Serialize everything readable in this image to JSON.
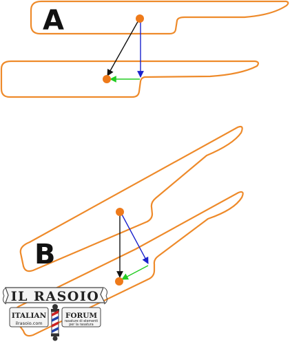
{
  "panels": {
    "a": {
      "label": "A"
    },
    "b": {
      "label": "B"
    }
  },
  "colors": {
    "outline": "#ee8a2a",
    "pivot": "#ee7a1a",
    "black_arrow": "#111111",
    "blue_arrow": "#1a22cc",
    "green_arrow": "#22cc22"
  },
  "logo": {
    "title": "IL RASOIO",
    "left_word": "ITALIAN",
    "right_word": "FORUM",
    "website": "ilrasoio.com",
    "tagline_line1": "rasature di elementi",
    "tagline_line2": "per la rasatura"
  }
}
